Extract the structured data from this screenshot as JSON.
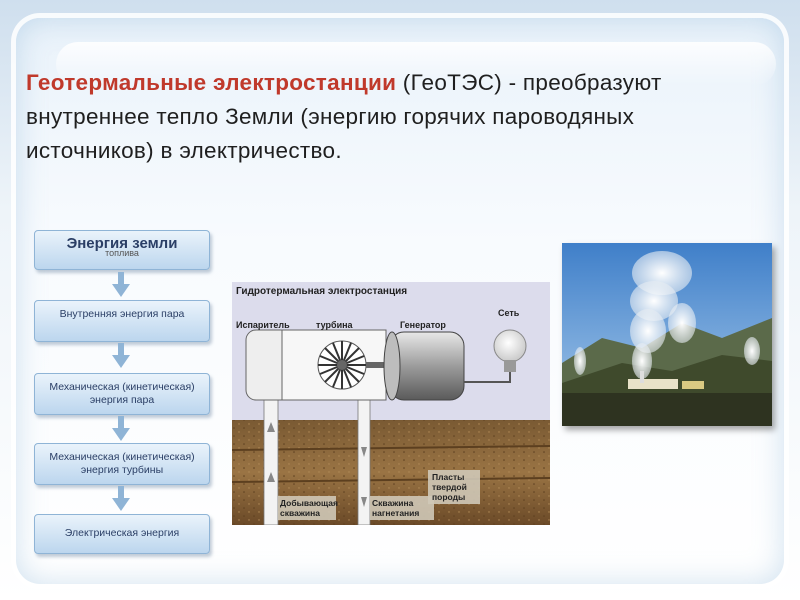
{
  "heading": {
    "accent": "Геотермальные электростанции",
    "rest": " (ГеоТЭС) - преобразуют внутреннее тепло Земли (энергию горячих пароводяных источников) в электричество."
  },
  "flow": {
    "title": "Энергия земли",
    "title_sub": "топлива",
    "steps": [
      "Внутренняя энергия пара",
      "Механическая (кинетическая) энергия пара",
      "Механическая (кинетическая) энергия турбины",
      "Электрическая энергия"
    ]
  },
  "diagram": {
    "title": "Гидротермальная электростанция",
    "evaporator": "Испаритель",
    "turbine": "турбина",
    "generator": "Генератор",
    "network": "Сеть",
    "production_well": "Добывающая скважина",
    "injection_well": "Скважина нагнетания",
    "rock_layers": "Пласты твердой породы"
  },
  "colors": {
    "accent": "#c0392b",
    "box_text": "#2b3f66"
  }
}
